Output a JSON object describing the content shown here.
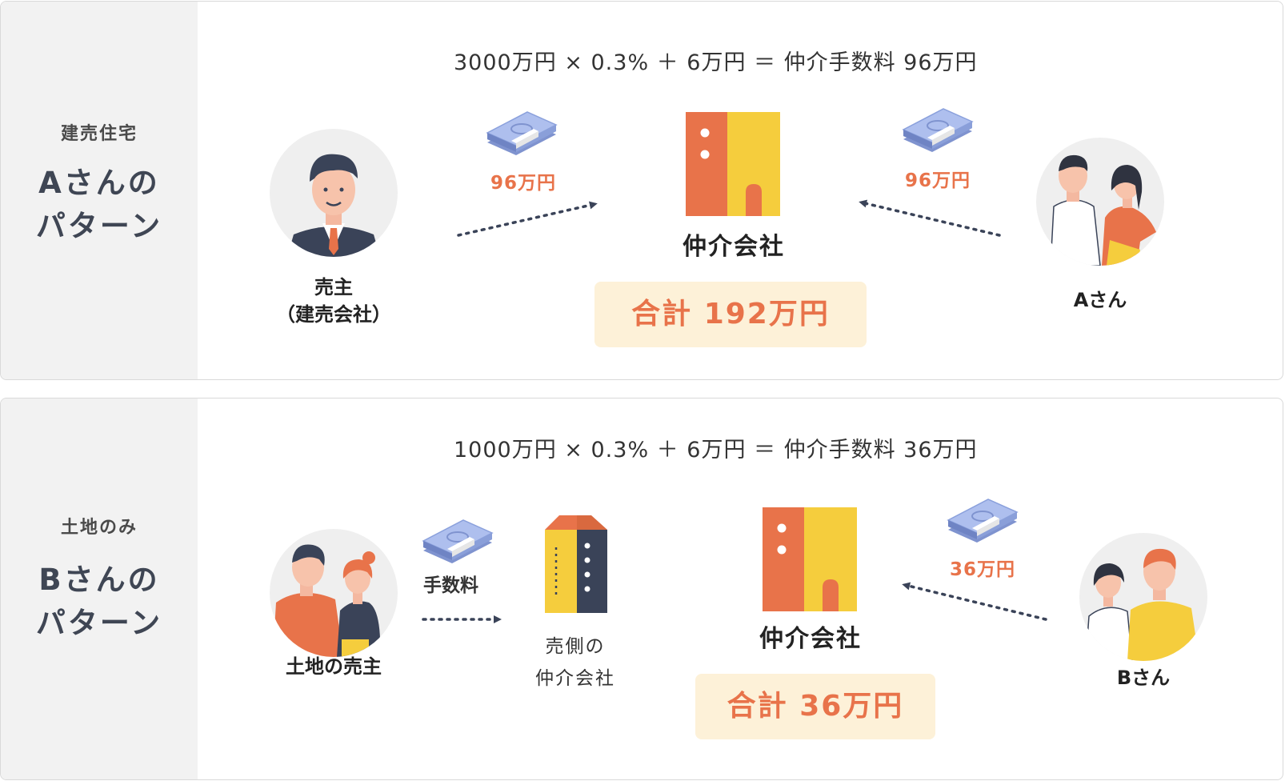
{
  "pattern_a": {
    "category": "建売住宅",
    "title_line1": "Aさんの",
    "title_line2": "パターン",
    "formula": "3000万円 × 0.3% ＋ 6万円 ＝ 仲介手数料 96万円",
    "seller_label_line1": "売主",
    "seller_label_line2": "（建売会社）",
    "seller_amount": "96万円",
    "broker_label": "仲介会社",
    "buyer_amount": "96万円",
    "buyer_label": "Aさん",
    "total": "合計 192万円"
  },
  "pattern_b": {
    "category": "土地のみ",
    "title_line1": "Bさんの",
    "title_line2": "パターン",
    "formula": "1000万円 × 0.3% ＋ 6万円 ＝ 仲介手数料 36万円",
    "seller_label": "土地の売主",
    "seller_fee_label": "手数料",
    "seller_broker_line1": "売側の",
    "seller_broker_line2": "仲介会社",
    "broker_label": "仲介会社",
    "buyer_amount": "36万円",
    "buyer_label": "Bさん",
    "total": "合計 36万円"
  },
  "colors": {
    "orange": "#e8734a",
    "yellow": "#f5cd3d",
    "navy": "#3a4358",
    "money_blue": "#9aaee6",
    "total_bg": "#fdf1d8"
  }
}
